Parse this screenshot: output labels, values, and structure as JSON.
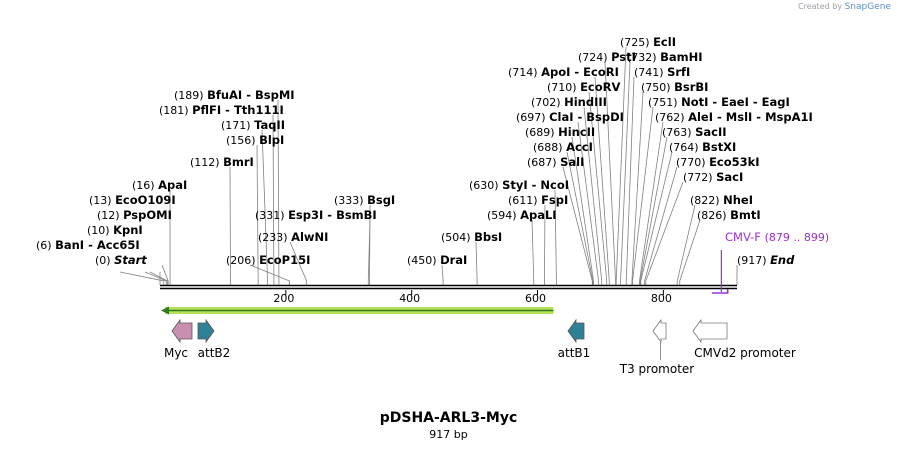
{
  "credit": {
    "prefix": "Created by",
    "brand": "SnapGene"
  },
  "plasmid": {
    "name": "pDSHA-ARL3-Myc",
    "length_label": "917 bp",
    "length": 917
  },
  "ticks": [
    {
      "value": 200,
      "label": "200"
    },
    {
      "value": 400,
      "label": "400"
    },
    {
      "value": 600,
      "label": "600"
    },
    {
      "value": 800,
      "label": "800"
    }
  ],
  "sites": [
    {
      "pos": 0,
      "pos_label": "(0)",
      "name": "Start",
      "italic": true
    },
    {
      "pos": 6,
      "pos_label": "(6)",
      "name": "BanI  -  Acc65I"
    },
    {
      "pos": 10,
      "pos_label": "(10)",
      "name": "KpnI"
    },
    {
      "pos": 12,
      "pos_label": "(12)",
      "name": "PspOMI"
    },
    {
      "pos": 13,
      "pos_label": "(13)",
      "name": "EcoO109I"
    },
    {
      "pos": 16,
      "pos_label": "(16)",
      "name": "ApaI"
    },
    {
      "pos": 112,
      "pos_label": "(112)",
      "name": "BmrI"
    },
    {
      "pos": 156,
      "pos_label": "(156)",
      "name": "BlpI"
    },
    {
      "pos": 171,
      "pos_label": "(171)",
      "name": "TaqII"
    },
    {
      "pos": 181,
      "pos_label": "(181)",
      "name": "PflFI  -  Tth111I"
    },
    {
      "pos": 189,
      "pos_label": "(189)",
      "name": "BfuAI  -  BspMI"
    },
    {
      "pos": 206,
      "pos_label": "(206)",
      "name": "EcoP15I"
    },
    {
      "pos": 233,
      "pos_label": "(233)",
      "name": "AlwNI"
    },
    {
      "pos": 331,
      "pos_label": "(331)",
      "name": "Esp3I  -  BsmBI"
    },
    {
      "pos": 333,
      "pos_label": "(333)",
      "name": "BsgI"
    },
    {
      "pos": 450,
      "pos_label": "(450)",
      "name": "DraI"
    },
    {
      "pos": 504,
      "pos_label": "(504)",
      "name": "BbsI"
    },
    {
      "pos": 594,
      "pos_label": "(594)",
      "name": "ApaLI"
    },
    {
      "pos": 611,
      "pos_label": "(611)",
      "name": "FspI"
    },
    {
      "pos": 630,
      "pos_label": "(630)",
      "name": "StyI  -  NcoI"
    },
    {
      "pos": 687,
      "pos_label": "(687)",
      "name": "SalI"
    },
    {
      "pos": 688,
      "pos_label": "(688)",
      "name": "AccI"
    },
    {
      "pos": 689,
      "pos_label": "(689)",
      "name": "HincII"
    },
    {
      "pos": 697,
      "pos_label": "(697)",
      "name": "ClaI  -  BspDI"
    },
    {
      "pos": 702,
      "pos_label": "(702)",
      "name": "HindIII"
    },
    {
      "pos": 710,
      "pos_label": "(710)",
      "name": "EcoRV"
    },
    {
      "pos": 714,
      "pos_label": "(714)",
      "name": "ApoI  -  EcoRI"
    },
    {
      "pos": 724,
      "pos_label": "(724)",
      "name": "PstI"
    },
    {
      "pos": 725,
      "pos_label": "(725)",
      "name": "EclI"
    },
    {
      "pos": 732,
      "pos_label": "(732)",
      "name": "BamHI"
    },
    {
      "pos": 741,
      "pos_label": "(741)",
      "name": "SrfI"
    },
    {
      "pos": 750,
      "pos_label": "(750)",
      "name": "BsrBI"
    },
    {
      "pos": 751,
      "pos_label": "(751)",
      "name": "NotI  -  EaeI  -  EagI"
    },
    {
      "pos": 762,
      "pos_label": "(762)",
      "name": "AleI  -  MslI  -  MspA1I"
    },
    {
      "pos": 763,
      "pos_label": "(763)",
      "name": "SacII"
    },
    {
      "pos": 764,
      "pos_label": "(764)",
      "name": "BstXI"
    },
    {
      "pos": 770,
      "pos_label": "(770)",
      "name": "Eco53kI"
    },
    {
      "pos": 772,
      "pos_label": "(772)",
      "name": "SacI"
    },
    {
      "pos": 822,
      "pos_label": "(822)",
      "name": "NheI"
    },
    {
      "pos": 826,
      "pos_label": "(826)",
      "name": "BmtI"
    },
    {
      "pos": 917,
      "pos_label": "(917)",
      "name": "End",
      "italic": true
    }
  ],
  "primer": {
    "name": "CMV-F",
    "range_label": "(879 .. 899)",
    "start": 879,
    "end": 899,
    "color": "#9b30d0"
  },
  "orf": {
    "start": 0,
    "end": 630,
    "direction": "left",
    "color": "#b5e05a",
    "stroke": "#2e7d1a"
  },
  "features": [
    {
      "name": "Myc",
      "center": 33,
      "direction": "left",
      "color": "#c98fb0"
    },
    {
      "name": "attB2",
      "center": 70,
      "direction": "right",
      "color": "#2f8196"
    },
    {
      "name": "attB1",
      "center": 666,
      "direction": "left",
      "color": "#2f8196"
    },
    {
      "name": "T3 promoter",
      "center": 791,
      "direction": "left",
      "color": "#ffffff"
    },
    {
      "name": "CMVd2 promoter",
      "center": 874,
      "direction": "left",
      "color": "#ffffff"
    }
  ],
  "colors": {
    "backbone": "#000000",
    "site_line": "#808080",
    "label": "#000000",
    "pos": "#000000"
  }
}
